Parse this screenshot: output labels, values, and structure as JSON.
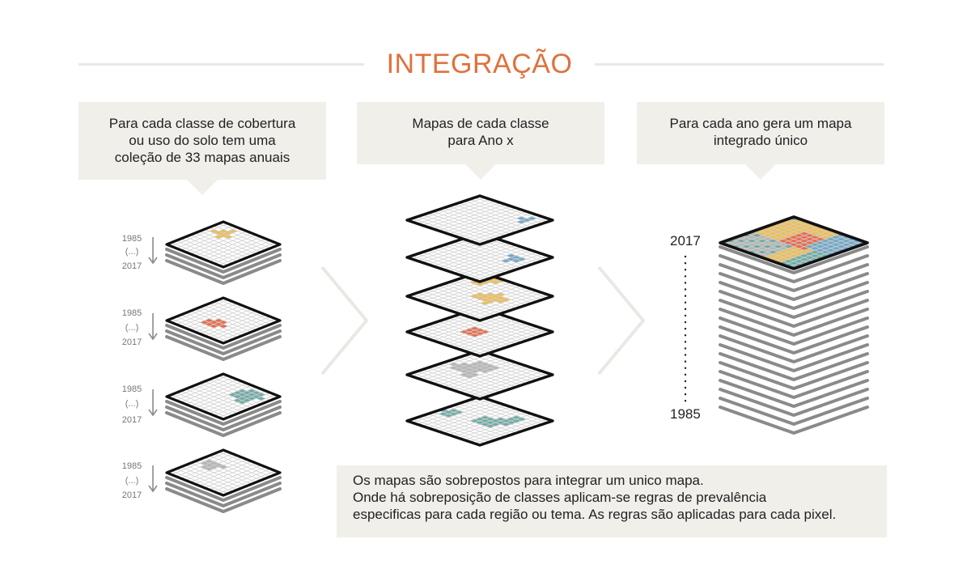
{
  "title": "INTEGRAÇÃO",
  "callouts": {
    "left": [
      "Para cada classe de cobertura",
      "ou uso do solo tem uma",
      "coleção de 33 mapas anuais"
    ],
    "middle": [
      "Mapas de cada classe",
      "para Ano x"
    ],
    "right": [
      "Para cada ano gera um mapa",
      "integrado único"
    ]
  },
  "year_labels": {
    "start": "1985",
    "mid": "(...)",
    "end": "2017"
  },
  "integrated_years": {
    "top": "2017",
    "bottom": "1985"
  },
  "note": [
    "Os mapas são sobrepostos para integrar um unico mapa.",
    "Onde há sobreposição de classes aplicam-se regras de prevalência",
    "especificas para cada região ou tema. As regras são aplicadas para cada pixel."
  ],
  "colors": {
    "accent": "#e0713c",
    "yellow": "#eebe53",
    "red": "#ea6b4c",
    "teal": "#6eaca5",
    "gray": "#b5b5b5",
    "blue": "#6fa8c8",
    "grid": "#cfcfcf",
    "panel": "#f0efea"
  }
}
